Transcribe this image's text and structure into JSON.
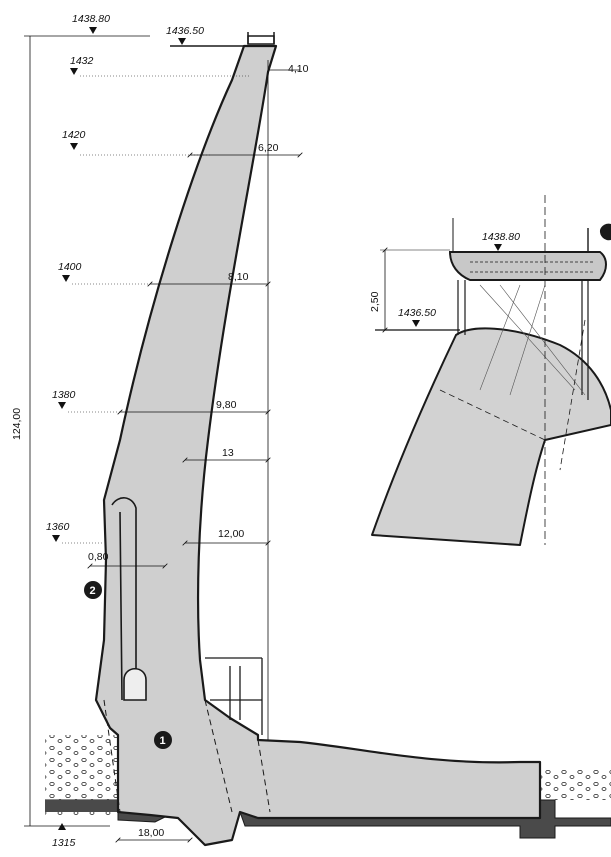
{
  "main_section": {
    "elevations": {
      "crest_top": "1438.80",
      "crest_road": "1436.50",
      "e1432": "1432",
      "e1420": "1420",
      "e1400": "1400",
      "e1380": "1380",
      "e1360": "1360",
      "foundation": "1315"
    },
    "thickness_dims": {
      "d1432": "4,10",
      "d1420": "6,20",
      "d1400": "8,10",
      "d1380": "9,80",
      "d_mid": "13",
      "d1360": "12,00",
      "gallery_wall": "0,80"
    },
    "height_dim": "124,00",
    "base_dim": "18,00",
    "markers": {
      "m1": "1",
      "m2": "2"
    }
  },
  "crest_detail": {
    "top_elevation": "1438.80",
    "road_elevation": "1436.50",
    "height_dim": "2,50"
  },
  "colors": {
    "concrete": "#cfcfcf",
    "line": "#1a1a1a",
    "foundation_dark": "#4a4a4a",
    "marker_fill": "#1a1a1a"
  }
}
